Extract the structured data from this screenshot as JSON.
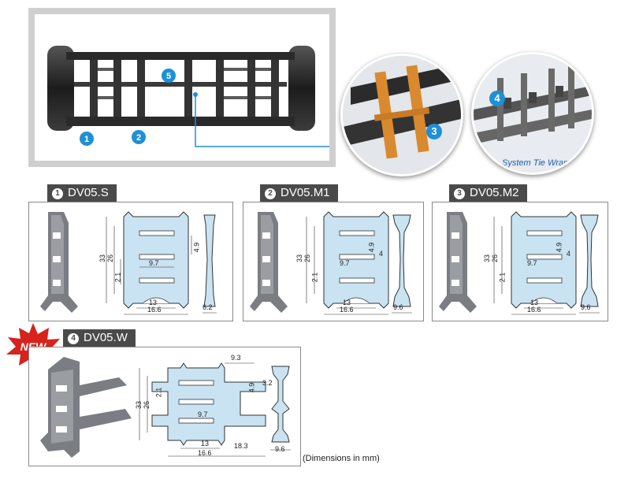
{
  "hero": {
    "callouts": [
      "1",
      "2",
      "5",
      "3",
      "4"
    ],
    "tie_wrap_caption": "System Tie Wrap"
  },
  "panels": [
    {
      "num": "1",
      "title": "DV05.S",
      "dims": {
        "height_outer": "33",
        "height_inner": "26",
        "slot": "2.1",
        "gap": "4.9",
        "center": "9.7",
        "bottom_inner": "13",
        "bottom_outer": "16.6",
        "side": "6.2"
      }
    },
    {
      "num": "2",
      "title": "DV05.M1",
      "dims": {
        "height_outer": "33",
        "height_inner": "26",
        "slot": "2.1",
        "gap": "4.9",
        "center": "9.7",
        "bottom_inner": "13",
        "bottom_outer": "16.6",
        "side_mid": "4",
        "side": "9.6"
      }
    },
    {
      "num": "3",
      "title": "DV05.M2",
      "dims": {
        "height_outer": "33",
        "height_inner": "26",
        "slot": "2.1",
        "gap": "4.9",
        "center": "9.7",
        "bottom_inner": "13",
        "bottom_outer": "16.6",
        "side_mid": "4",
        "side": "9.6"
      }
    }
  ],
  "panel4": {
    "num": "4",
    "title": "DV05.W",
    "new_label": "NEW",
    "dims": {
      "top": "9.3",
      "height_outer": "33",
      "height_inner": "26",
      "slot": "2.1",
      "gap": "4.9",
      "center": "9.7",
      "bottom_inner": "13",
      "bottom_outer": "16.6",
      "ext": "18.3",
      "side_top": "3.2",
      "side": "9.6"
    }
  },
  "note": "(Dimensions in mm)",
  "colors": {
    "accent": "#1f8fd6",
    "part_fill": "#c9e3f2",
    "label_bg": "#4a4a4a",
    "new_burst": "#d6231c"
  }
}
